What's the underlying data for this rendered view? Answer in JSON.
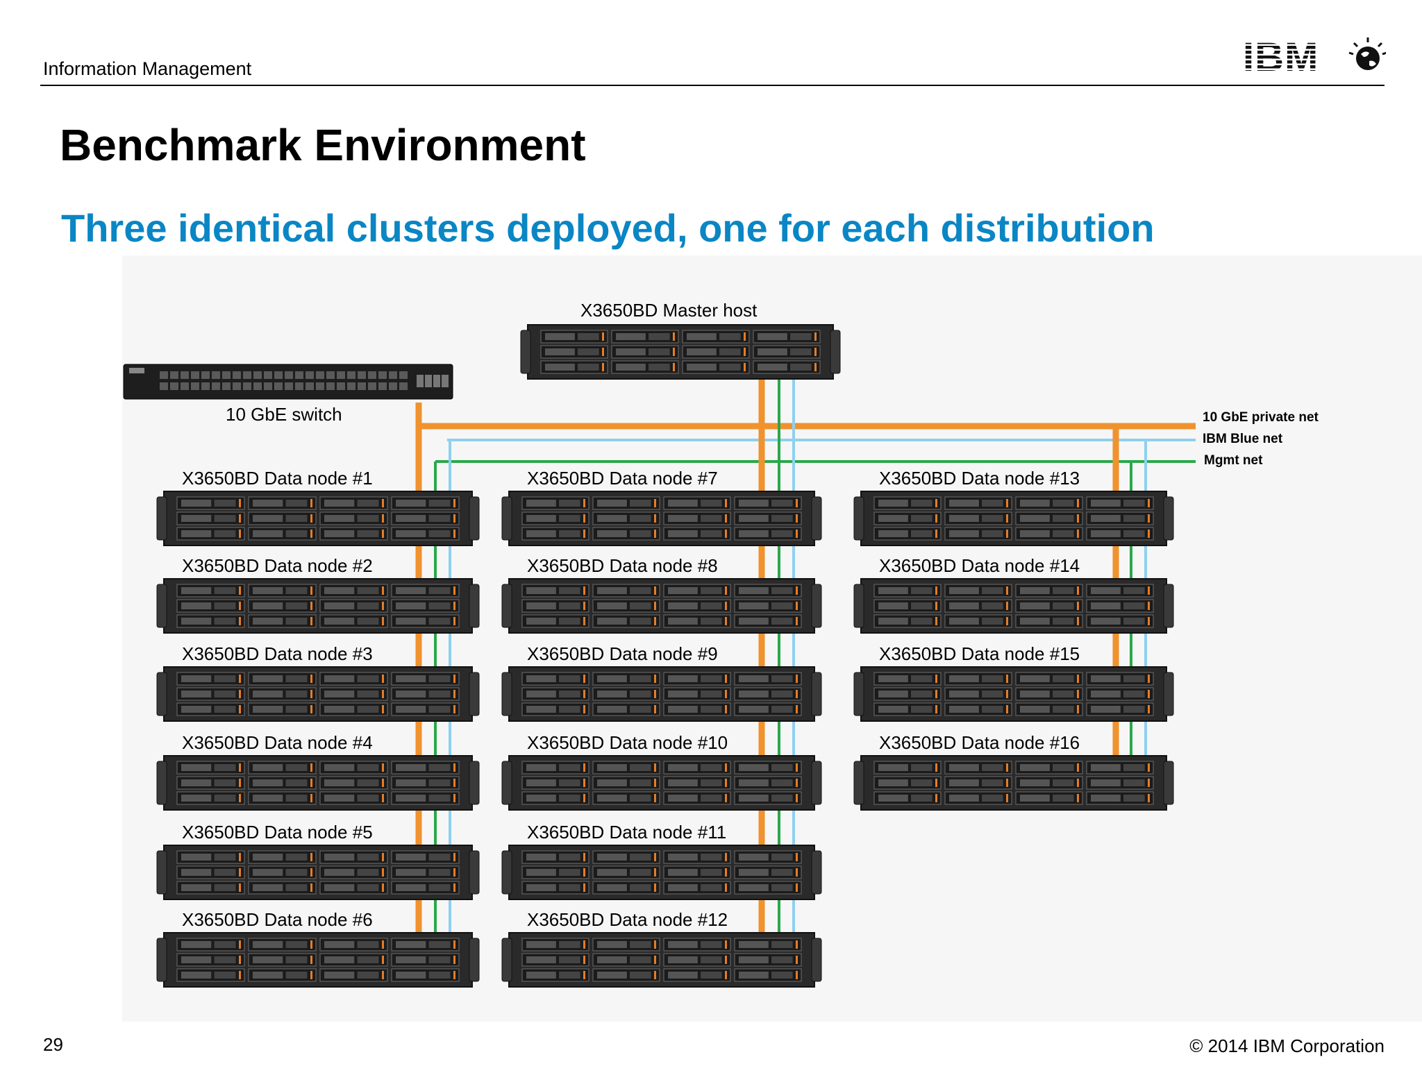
{
  "header": {
    "section": "Information Management",
    "logo_text": "IBM"
  },
  "slide": {
    "title": "Benchmark Environment",
    "subtitle": "Three identical clusters deployed, one for each distribution",
    "page_number": "29",
    "copyright": "© 2014 IBM Corporation"
  },
  "colors": {
    "subtitle": "#0a86c4",
    "private_net": "#f0922e",
    "blue_net": "#8fd0ee",
    "mgmt_net": "#2aa84a"
  },
  "diagram": {
    "master": {
      "label": "X3650BD Master host"
    },
    "switch": {
      "label": "10 GbE switch"
    },
    "networks": [
      {
        "key": "private",
        "label": "10 GbE private net",
        "color": "#f0922e"
      },
      {
        "key": "blue",
        "label": "IBM Blue net",
        "color": "#8fd0ee"
      },
      {
        "key": "mgmt",
        "label": "Mgmt net",
        "color": "#2aa84a"
      }
    ],
    "columns": [
      {
        "nodes": [
          "X3650BD Data node #1",
          "X3650BD Data node #2",
          "X3650BD Data node #3",
          "X3650BD Data node #4",
          "X3650BD Data node #5",
          "X3650BD Data node #6"
        ]
      },
      {
        "nodes": [
          "X3650BD Data node #7",
          "X3650BD Data node #8",
          "X3650BD Data node #9",
          "X3650BD Data node #10",
          "X3650BD Data node #11",
          "X3650BD Data node #12"
        ]
      },
      {
        "nodes": [
          "X3650BD Data node #13",
          "X3650BD Data node #14",
          "X3650BD Data node #15",
          "X3650BD Data node #16"
        ]
      }
    ]
  }
}
